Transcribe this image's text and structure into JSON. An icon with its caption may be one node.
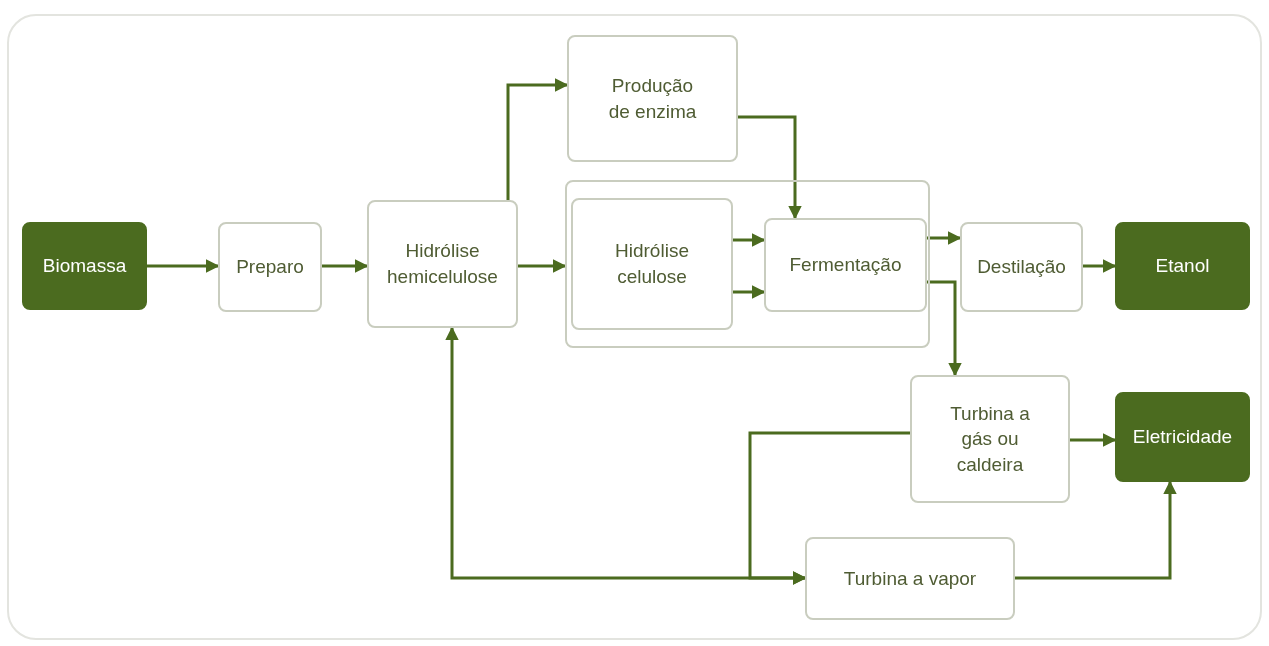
{
  "diagram": {
    "nodes": [
      {
        "text": [
          "Biomassa"
        ]
      },
      {
        "text": [
          "Preparo"
        ]
      },
      {
        "text": [
          "Hidrólise hemicelulose"
        ]
      },
      {
        "text": [
          "Produção de enzima"
        ]
      },
      {
        "text": [],
        "shape": "box"
      },
      {
        "text": [
          "Hidrólise celulose"
        ],
        "in": 4
      },
      {
        "text": [
          "Fermentação"
        ],
        "in": 4
      },
      {
        "text": [
          "Destilação"
        ]
      },
      {
        "text": [
          "Etanol"
        ]
      },
      {
        "text": [
          "Turbina a gás ou caldeira"
        ]
      },
      {
        "text": [
          "Eletricidade"
        ]
      },
      {
        "text": [
          "Turbina a vapor"
        ]
      }
    ],
    "edges": [
      {
        "from": 0,
        "to": 1,
        "arrow": "to"
      },
      {
        "from": 1,
        "to": 2,
        "arrow": "to"
      },
      {
        "from": 2,
        "to": 3,
        "arrow": "to"
      },
      {
        "from": 2,
        "to": 4,
        "arrow": "to"
      },
      {
        "from": 5,
        "to": 6,
        "arrow": "to"
      },
      {
        "from": 5,
        "to": 6,
        "arrow": "to"
      },
      {
        "from": 3,
        "to": 6,
        "arrow": "to"
      },
      {
        "from": 6,
        "to": 7,
        "arrow": "to"
      },
      {
        "from": 7,
        "to": 8,
        "arrow": "to"
      },
      {
        "from": 6,
        "to": 9,
        "arrow": "to"
      },
      {
        "from": 9,
        "to": 10,
        "arrow": "to"
      },
      {
        "from": 9,
        "to": 11,
        "arrow": "to"
      },
      {
        "from": 2,
        "to": 11,
        "arrow": "both"
      },
      {
        "from": 11,
        "to": 10,
        "arrow": "to"
      }
    ]
  }
}
